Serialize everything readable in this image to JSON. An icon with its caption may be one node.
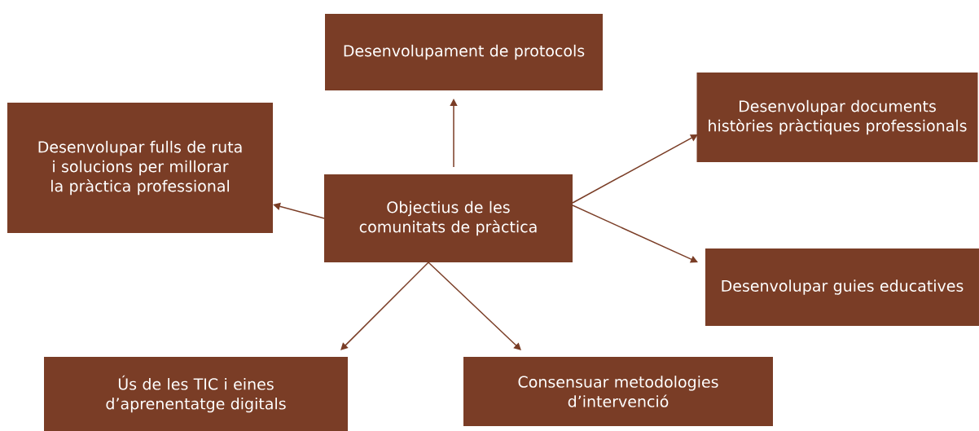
{
  "diagram": {
    "nodes": [
      {
        "text": [
          "Objectius de les comunitats de pràctica"
        ]
      },
      {
        "text": [
          "Desenvolupament de protocols"
        ]
      },
      {
        "text": [
          "Desenvolupar fulls de ruta i solucions per millorar la pràctica professional"
        ]
      },
      {
        "text": [
          "Desenvolupar documents històries pràctiques professionals"
        ]
      },
      {
        "text": [
          "Desenvolupar guies educatives"
        ]
      },
      {
        "text": [
          "Ús de les TIC i eines d’aprenentatge digitals"
        ]
      },
      {
        "text": [
          "Consensuar metodologies d’intervenció"
        ]
      }
    ],
    "edges": [
      {
        "from": 0,
        "to": 1,
        "arrow": "to"
      },
      {
        "from": 0,
        "to": 2,
        "arrow": "to"
      },
      {
        "from": 0,
        "to": 3,
        "arrow": "to"
      },
      {
        "from": 0,
        "to": 4,
        "arrow": "to"
      },
      {
        "from": 0,
        "to": 5,
        "arrow": "to"
      },
      {
        "from": 0,
        "to": 6,
        "arrow": "to"
      }
    ]
  }
}
